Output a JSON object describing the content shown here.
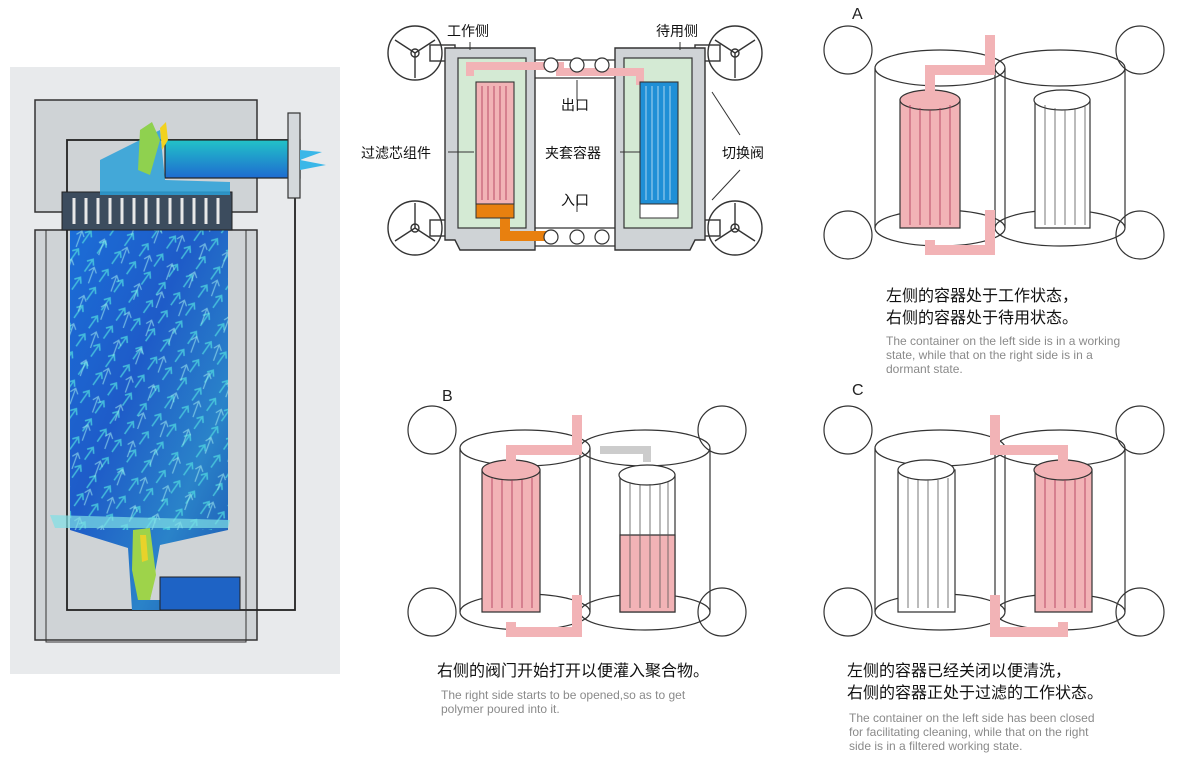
{
  "schematic": {
    "working_side": "工作侧",
    "standby_side": "待用侧",
    "outlet": "出口",
    "inlet": "入口",
    "filter_assembly": "过滤芯组件",
    "jacket_vessel": "夹套容器",
    "switch_valve": "切换阀"
  },
  "panel_a": {
    "letter": "A",
    "caption_line1": "左侧的容器处于工作状态，",
    "caption_line2": "右侧的容器处于待用状态。",
    "english_line1": "The container on the left side is in a working",
    "english_line2": "state, while that on the right side is in a",
    "english_line3": "dormant state."
  },
  "panel_b": {
    "letter": "B",
    "caption_line1": "右侧的阀门开始打开以便灌入聚合物。",
    "english_line1": "The right side starts to be opened,so as to get",
    "english_line2": "polymer poured into it."
  },
  "panel_c": {
    "letter": "C",
    "caption_line1": "左侧的容器已经关闭以便清洗，",
    "caption_line2": "右侧的容器正处于过滤的工作状态。",
    "english_line1": "The container on the left side has been closed",
    "english_line2": "for facilitating cleaning, while that on the right",
    "english_line3": "side is in a filtered working state."
  },
  "colors": {
    "pink": "#f2b3b6",
    "blue": "#1f8fd6",
    "orange": "#e8800f",
    "jacket_green": "#d4ead4",
    "cfd_panel": "#e8eaec"
  }
}
